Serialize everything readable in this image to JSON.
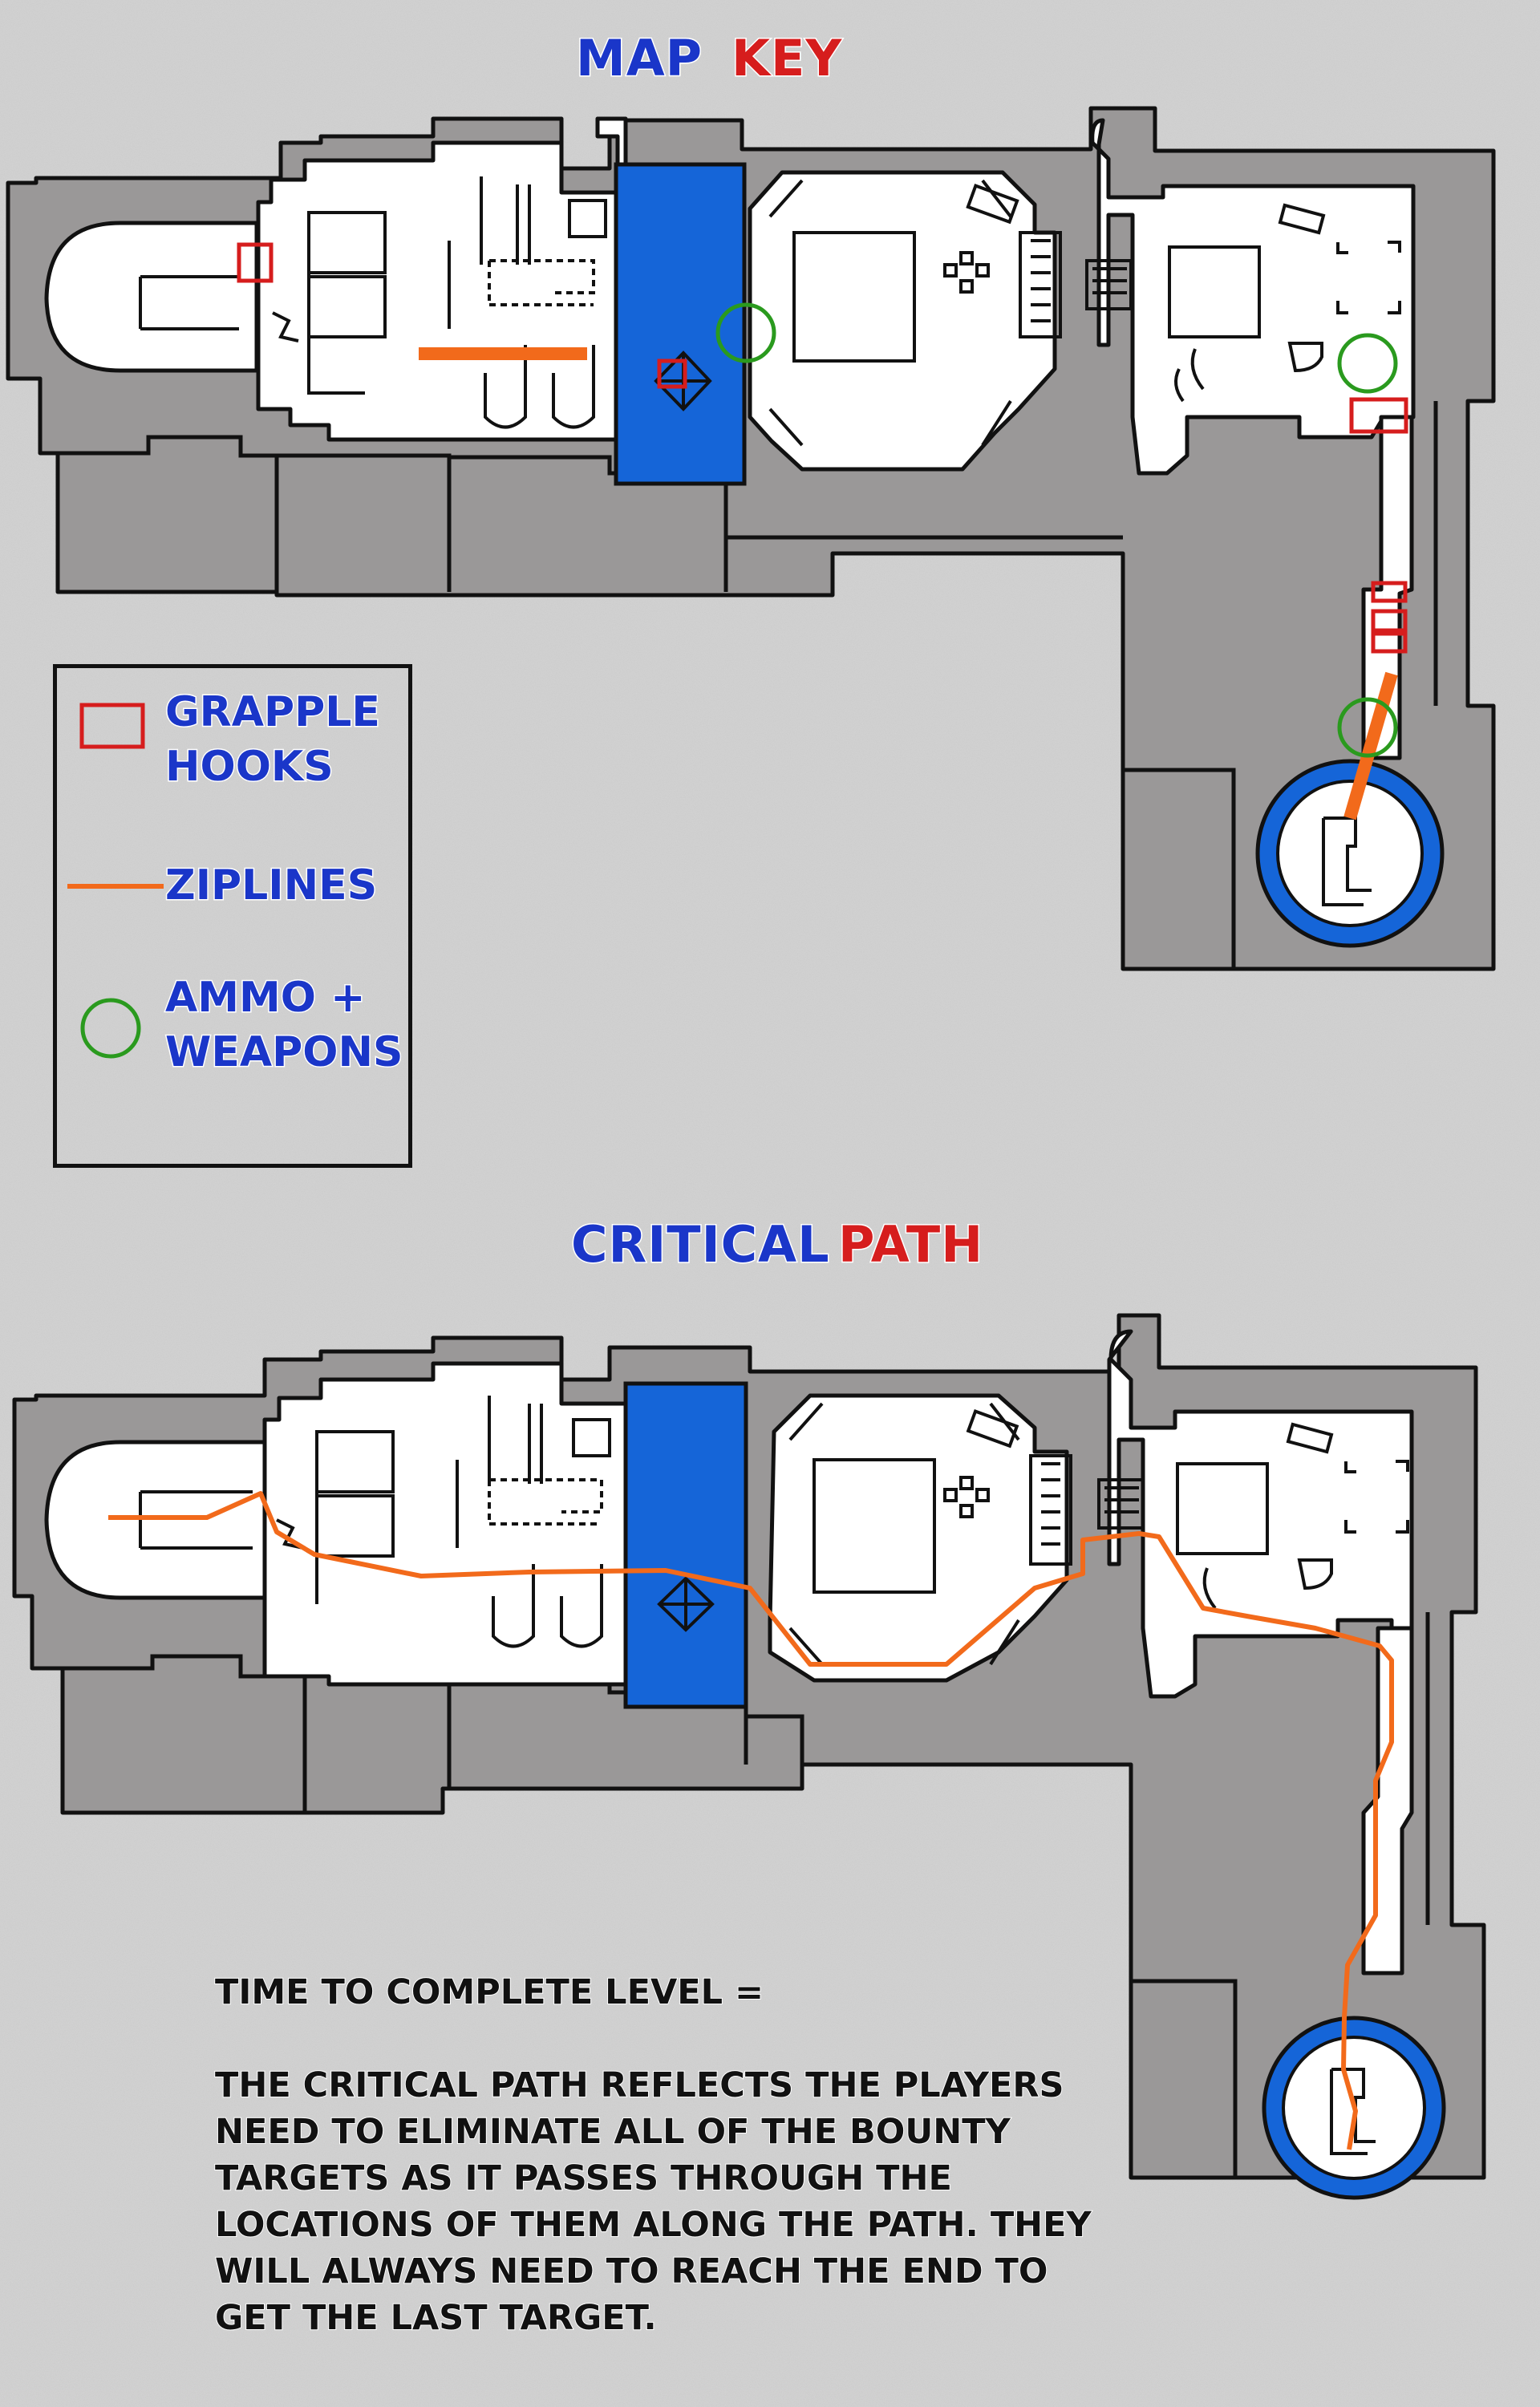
{
  "titles": {
    "map_key_part1": "MAP",
    "map_key_part2": "KEY",
    "critical_part1": "CRITICAL",
    "critical_part2": "PATH"
  },
  "legend": {
    "grapple": "GRAPPLE\nHOOKS",
    "ziplines": "ZIPLINES",
    "ammo": "AMMO +\nWEAPONS"
  },
  "notes": {
    "time": "TIME TO COMPLETE LEVEL =",
    "body": "THE CRITICAL PATH REFLECTS THE PLAYERS NEED TO ELIMINATE ALL OF THE BOUNTY TARGETS AS IT PASSES THROUGH THE LOCATIONS OF THEM ALONG THE PATH. THEY WILL ALWAYS NEED TO REACH THE END TO GET THE LAST TARGET."
  },
  "colors": {
    "grapple": "#d61d1d",
    "zipline": "#f26a1b",
    "ammo": "#2a9a1e",
    "water": "#1565d8",
    "wall": "#999797",
    "floor": "#ffffff",
    "title_blue": "#1a36c9",
    "title_red": "#d61d1d"
  }
}
